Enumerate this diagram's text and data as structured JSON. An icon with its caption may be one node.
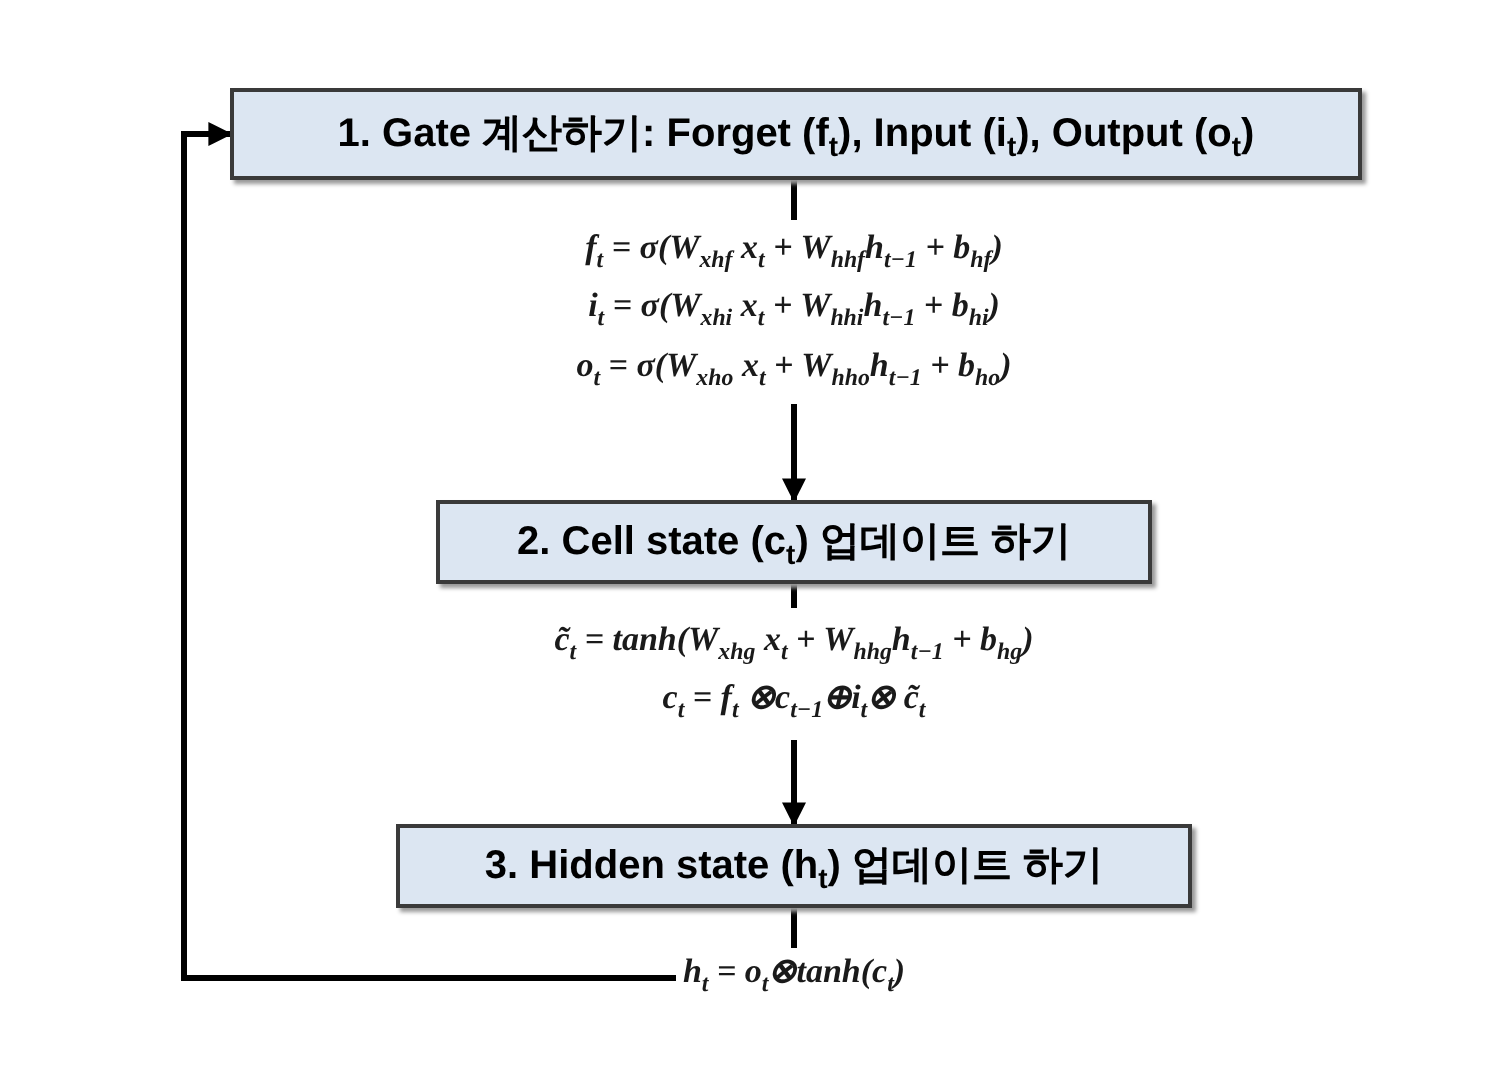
{
  "diagram": {
    "nodes": [
      {
        "text": [
          "1. Gate 계산하기: Forget (f$_{t}$), Input (i$_{t}$), Output (o$_{t}$)"
        ]
      },
      {
        "text": [
          "f$_{t}$ = σ(W$_{xhf}$ x$_{t}$ + W$_{hhf}$h$_{t−1}$ + b$_{hf}$)",
          "i$_{t}$ = σ(W$_{xhi}$ x$_{t}$ + W$_{hhi}$h$_{t−1}$ + b$_{hi}$)",
          "o$_{t}$ = σ(W$_{xho}$ x$_{t}$ + W$_{hho}$h$_{t−1}$ + b$_{ho}$)"
        ]
      },
      {
        "text": [
          "2. Cell state (c$_{t}$) 업데이트 하기"
        ]
      },
      {
        "text": [
          "c̃$_{t}$ = tanh(W$_{xhg}$ x$_{t}$ + W$_{hhg}$h$_{t−1}$ + b$_{hg}$)",
          "c$_{t}$ = f$_{t}$ ⊗c$_{t−1}$⊕i$_{t}$⊗ c̃$_{t}$"
        ]
      },
      {
        "text": [
          "3. Hidden state (h$_{t}$) 업데이트 하기"
        ]
      },
      {
        "text": [
          "h$_{t}$ = o$_{t}$⊗tanh(c$_{t}$)"
        ]
      }
    ],
    "edges": [
      {
        "from": 0,
        "to": 1,
        "arrow": "none"
      },
      {
        "from": 1,
        "to": 2,
        "arrow": "to"
      },
      {
        "from": 2,
        "to": 3,
        "arrow": "none"
      },
      {
        "from": 3,
        "to": 4,
        "arrow": "to"
      },
      {
        "from": 4,
        "to": 5,
        "arrow": "none"
      },
      {
        "from": 5,
        "to": 0,
        "arrow": "to"
      }
    ]
  }
}
